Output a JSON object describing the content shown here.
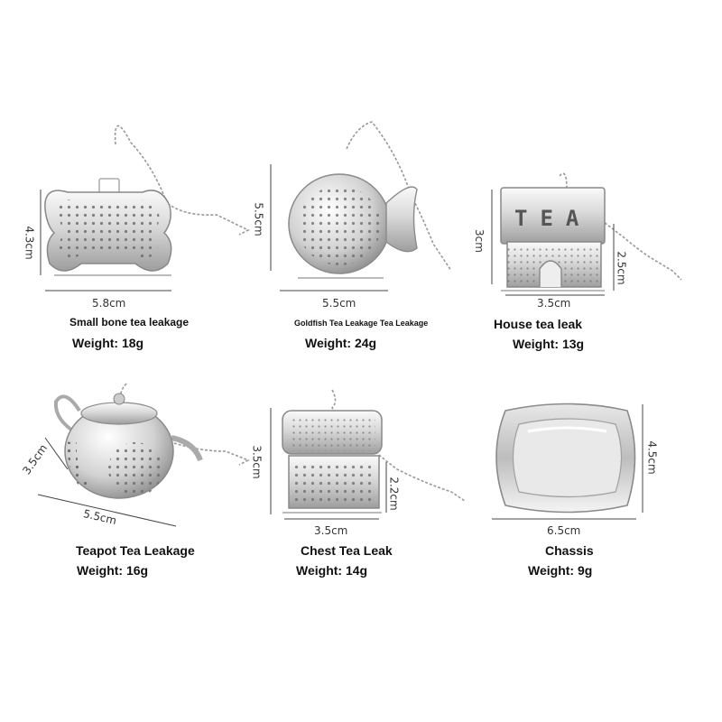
{
  "items": [
    {
      "name": "Small bone tea leakage",
      "weight": "Weight: 18g",
      "dims": [
        "5.8cm",
        "4.3cm"
      ]
    },
    {
      "name": "Goldfish Tea Leakage Tea Leakage",
      "weight": "Weight: 24g",
      "dims": [
        "5.5cm",
        "5.5cm"
      ]
    },
    {
      "name": "House tea leak",
      "weight": "Weight: 13g",
      "dims": [
        "3.5cm",
        "3cm",
        "2.5cm"
      ]
    },
    {
      "name": "Teapot Tea Leakage",
      "weight": "Weight: 16g",
      "dims": [
        "5.5cm",
        "3.5cm"
      ]
    },
    {
      "name": "Chest Tea Leak",
      "weight": "Weight: 14g",
      "dims": [
        "3.5cm",
        "3.5cm",
        "2.2cm"
      ]
    },
    {
      "name": "Chassis",
      "weight": "Weight: 9g",
      "dims": [
        "6.5cm",
        "4.5cm"
      ]
    }
  ],
  "house_lettering": "TEA",
  "colors": {
    "background": "#ffffff",
    "text": "#111111",
    "steel_light": "#f2f2f2",
    "steel_mid": "#c8c8c8",
    "steel_dark": "#8a8a8a"
  }
}
